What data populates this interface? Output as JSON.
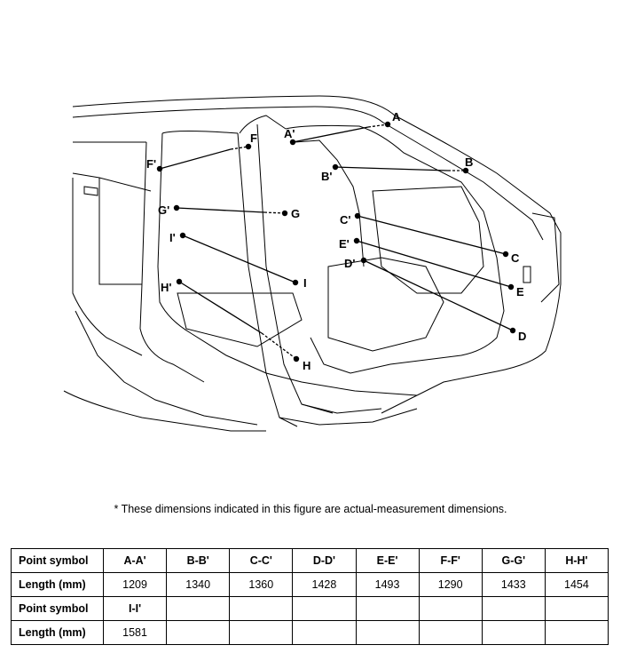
{
  "diagram": {
    "points": [
      {
        "id": "A",
        "text": "A"
      },
      {
        "id": "A1",
        "text": "A'"
      },
      {
        "id": "B",
        "text": "B"
      },
      {
        "id": "B1",
        "text": "B'"
      },
      {
        "id": "C",
        "text": "C"
      },
      {
        "id": "C1",
        "text": "C'"
      },
      {
        "id": "D",
        "text": "D"
      },
      {
        "id": "D1",
        "text": "D'"
      },
      {
        "id": "E",
        "text": "E"
      },
      {
        "id": "E1",
        "text": "E'"
      },
      {
        "id": "F",
        "text": "F"
      },
      {
        "id": "F1",
        "text": "F'"
      },
      {
        "id": "G",
        "text": "G"
      },
      {
        "id": "G1",
        "text": "G'"
      },
      {
        "id": "H",
        "text": "H"
      },
      {
        "id": "H1",
        "text": "H'"
      },
      {
        "id": "I",
        "text": "I"
      },
      {
        "id": "I1",
        "text": "I'"
      }
    ]
  },
  "note": "*  These dimensions indicated in this figure are actual-measurement dimensions.",
  "table": {
    "row_header_symbol": "Point symbol",
    "row_header_length": "Length (mm)",
    "row1": {
      "symbols": [
        "A-A'",
        "B-B'",
        "C-C'",
        "D-D'",
        "E-E'",
        "F-F'",
        "G-G'",
        "H-H'"
      ],
      "lengths": [
        "1209",
        "1340",
        "1360",
        "1428",
        "1493",
        "1290",
        "1433",
        "1454"
      ]
    },
    "row2": {
      "symbols": [
        "I-I'",
        "",
        "",
        "",
        "",
        "",
        "",
        ""
      ],
      "lengths": [
        "1581",
        "",
        "",
        "",
        "",
        "",
        "",
        ""
      ]
    }
  }
}
